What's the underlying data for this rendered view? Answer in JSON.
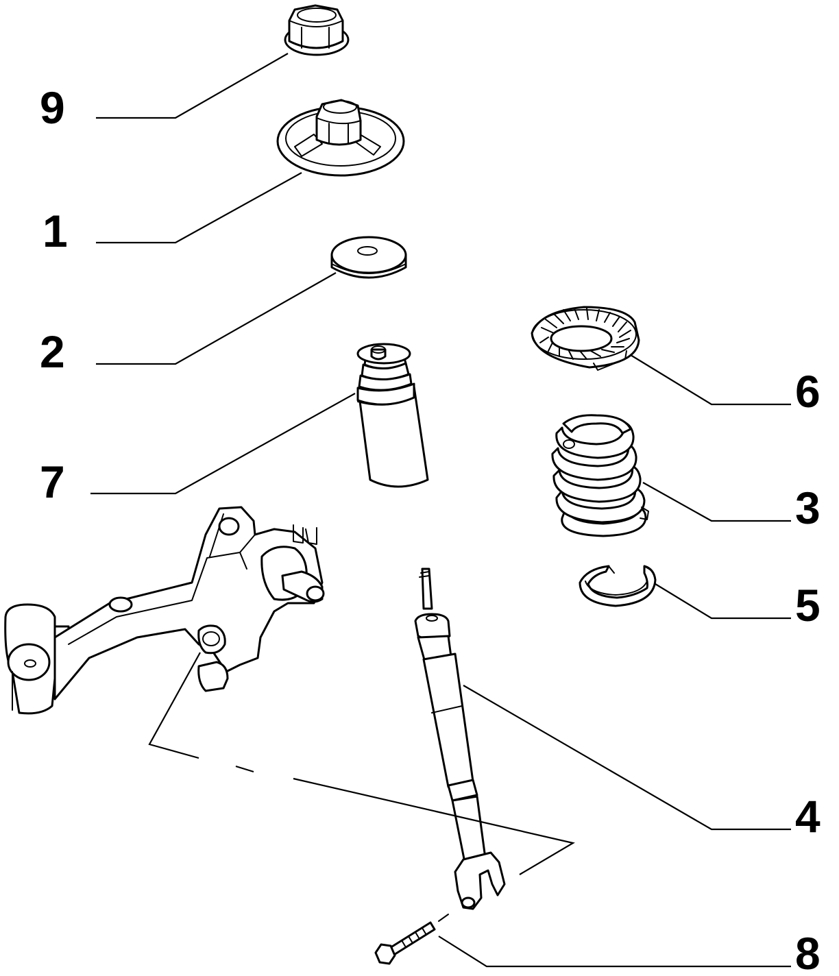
{
  "callouts": {
    "c9": "9",
    "c1": "1",
    "c2": "2",
    "c7": "7",
    "c6": "6",
    "c3": "3",
    "c5": "5",
    "c4": "4",
    "c8": "8"
  }
}
